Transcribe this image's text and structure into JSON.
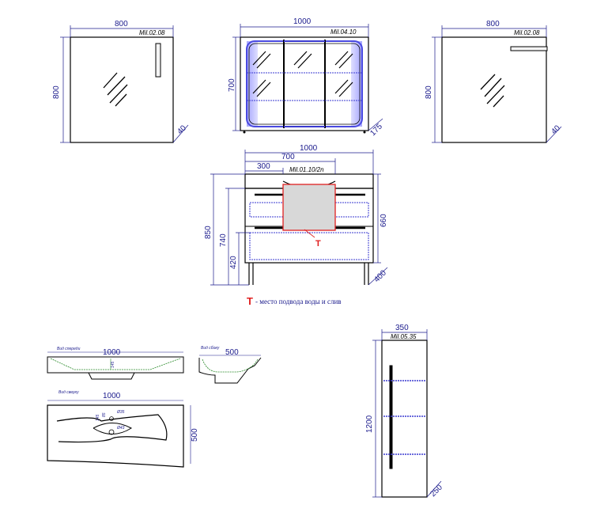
{
  "mirror_left": {
    "code": "Mil.02.08",
    "width": "800",
    "height": "800",
    "depth": "40"
  },
  "cabinet_top": {
    "code": "Mil.04.10",
    "width": "1000",
    "height": "700",
    "depth": "175"
  },
  "mirror_right": {
    "code": "Mil.02.08",
    "width": "800",
    "height": "800",
    "depth": "40"
  },
  "vanity": {
    "code": "Mil.01.10/2n",
    "width": "1000",
    "inner_width": "700",
    "offset": "300",
    "height_total": "850",
    "height_top": "740",
    "height_bottom": "420",
    "height_right": "660",
    "depth": "400",
    "marker": "T"
  },
  "legend": {
    "marker": "T",
    "text": "- место подвода воды и слив"
  },
  "basin_front": {
    "view": "Вид спереди",
    "width": "1000",
    "small": "145"
  },
  "basin_side": {
    "view": "Вид сбоку",
    "width": "500"
  },
  "basin_top": {
    "view": "Вид сверху",
    "width": "1000",
    "depth": "500",
    "d1": "Ø35",
    "d2": "Ø43",
    "a": "145",
    "b": "85"
  },
  "column": {
    "code": "Mil.05.35",
    "width": "350",
    "height": "1200",
    "depth": "250"
  }
}
